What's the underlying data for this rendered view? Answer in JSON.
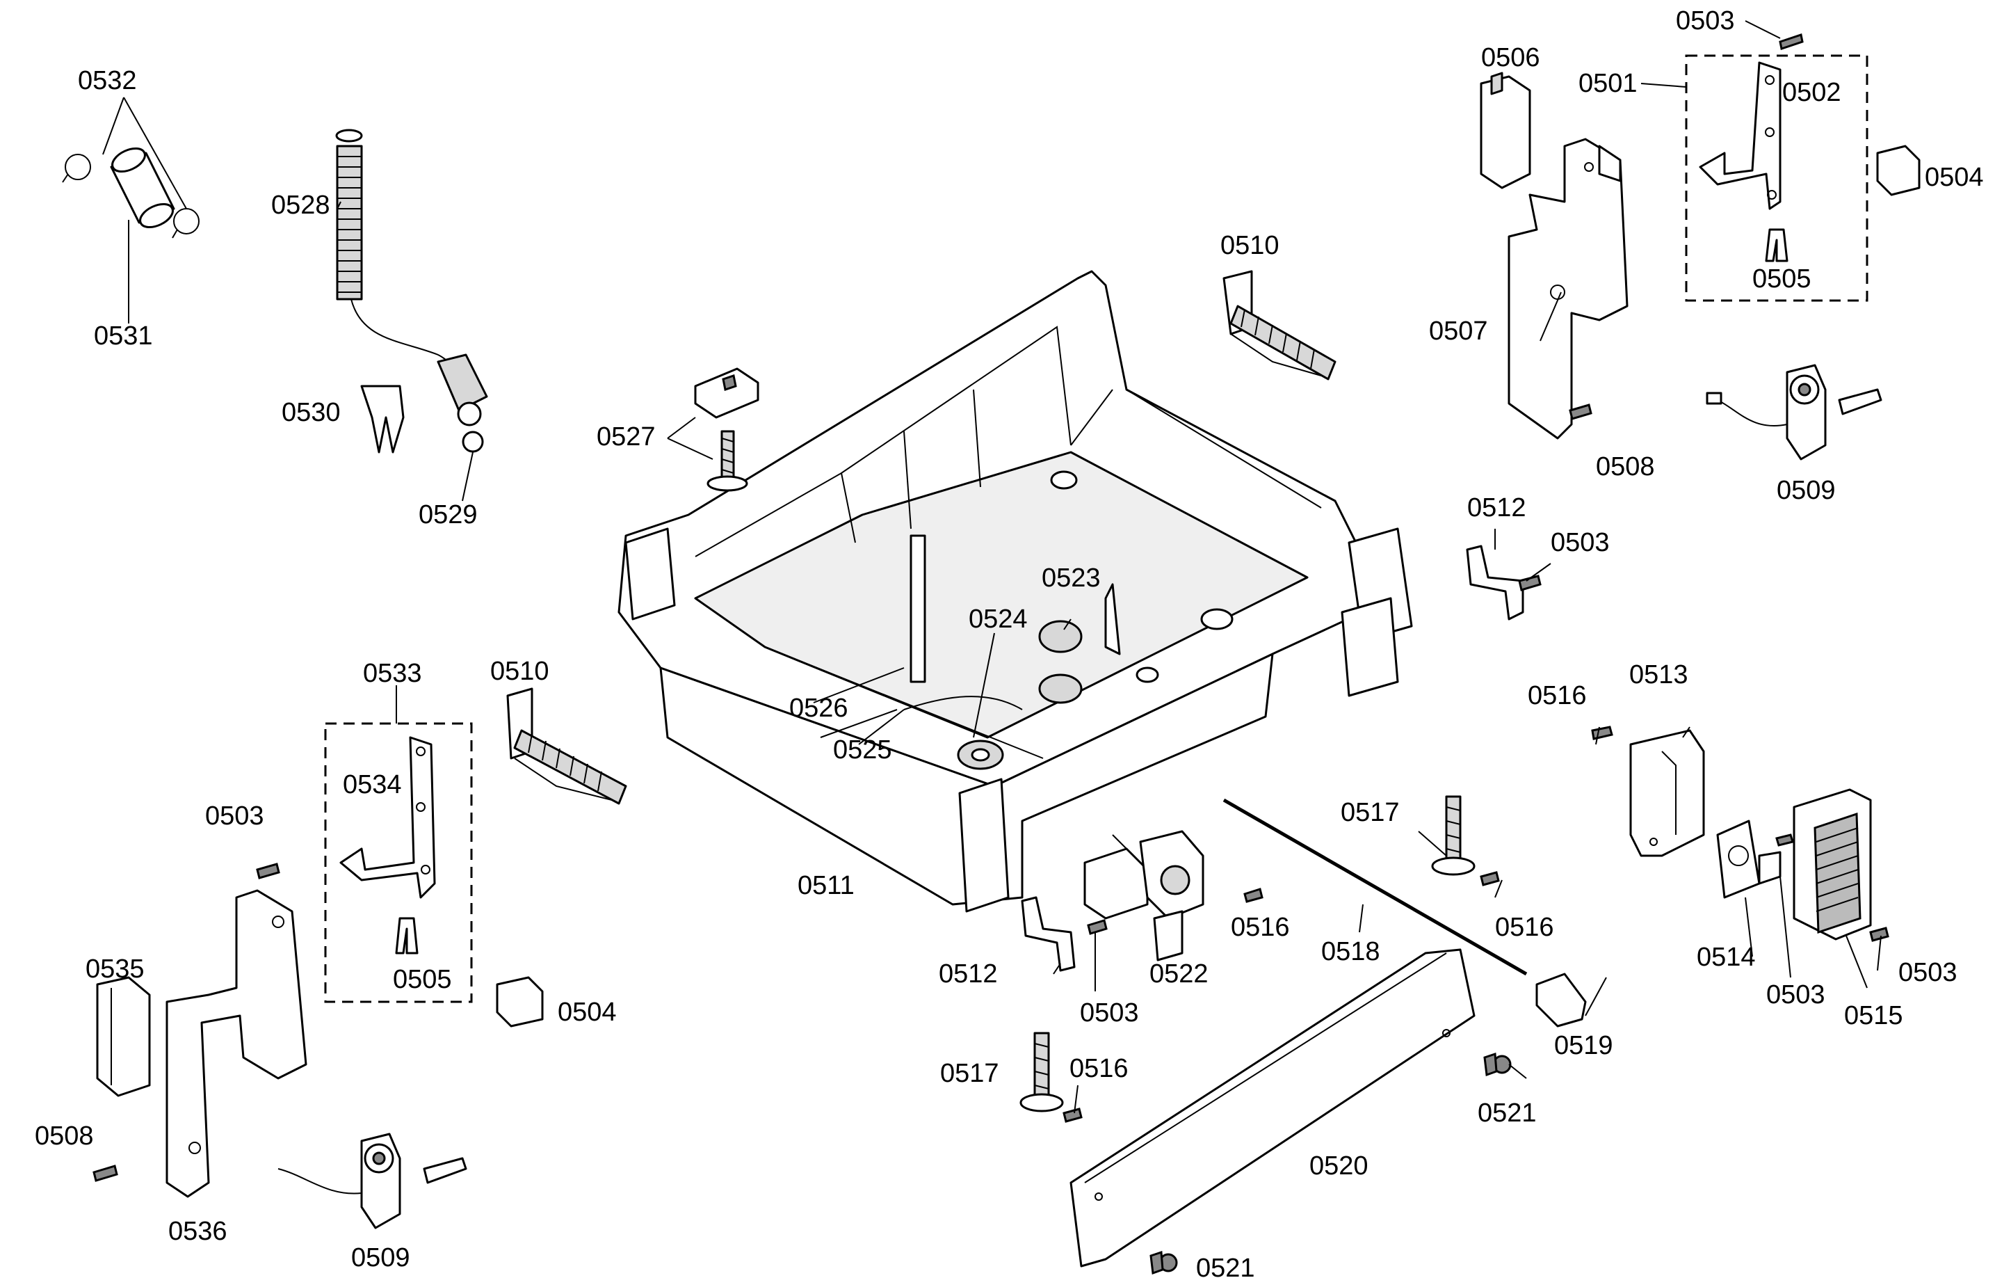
{
  "labels": {
    "p0501": "0501",
    "p0502": "0502",
    "p0503": "0503",
    "p0504": "0504",
    "p0505": "0505",
    "p0506": "0506",
    "p0507": "0507",
    "p0508": "0508",
    "p0509": "0509",
    "p0510": "0510",
    "p0511": "0511",
    "p0512": "0512",
    "p0513": "0513",
    "p0514": "0514",
    "p0515": "0515",
    "p0516": "0516",
    "p0517": "0517",
    "p0518": "0518",
    "p0519": "0519",
    "p0520": "0520",
    "p0521": "0521",
    "p0522": "0522",
    "p0523": "0523",
    "p0524": "0524",
    "p0525": "0525",
    "p0526": "0526",
    "p0527": "0527",
    "p0528": "0528",
    "p0529": "0529",
    "p0530": "0530",
    "p0531": "0531",
    "p0532": "0532",
    "p0533": "0533",
    "p0534": "0534",
    "p0535": "0535",
    "p0536": "0536"
  }
}
